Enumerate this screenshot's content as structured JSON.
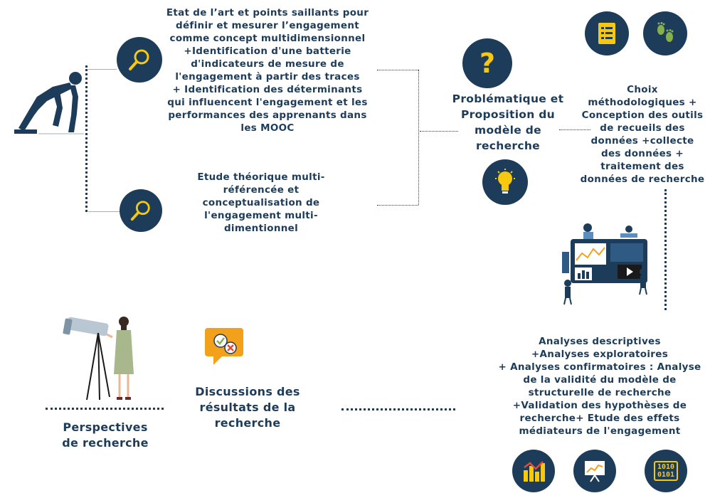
{
  "colors": {
    "navy": "#1d3c5a",
    "yellow": "#f6c90e",
    "orange": "#f3a11b",
    "green": "#86b049",
    "red": "#e24a3b"
  },
  "icons": {
    "top_magnifier": "magnifier-icon",
    "bottom_magnifier": "magnifier-icon",
    "question": "question-mark-icon",
    "bulb": "lightbulb-icon",
    "checklist": "checklist-icon",
    "footprints": "footprints-icon",
    "decision": "check-cross-chat-icon",
    "bar_chart": "bar-chart-icon",
    "presentation": "presentation-board-icon",
    "binary": "binary-code-icon",
    "question_glyph": "?",
    "binary_text": "1010\n0101"
  },
  "steps": {
    "state_of_art": "Etat de l’art et points saillants pour\ndéfinir et mesurer  l’engagement\ncomme concept multidimensionnel\n+Identification d'une batterie\nd'indicateurs de mesure de\nl'engagement à partir des traces\n+ Identification des déterminants\nqui influencent l'engagement et les\nperformances des apprenants dans\nles MOOC",
    "theoretical_study": "Etude théorique multi-\nréférencée et\nconceptualisation de\nl'engagement multi-\ndimentionnel",
    "problematic": "Problématique et\nProposition du\nmodèle de\nrecherche",
    "methodology": "Choix\nméthodologiques +\nConception des outils\nde recueils des\ndonnées +collecte\ndes données  +\ntraitement des\ndonnées de recherche",
    "analyses": "Analyses descriptives\n+Analyses exploratoires\n+ Analyses confirmatoires :  Analyse\nde la validité du modèle de\nstructurelle de recherche\n+Validation des hypothèses de\nrecherche+ Etude des effets\nmédiateurs de l'engagement",
    "discussion": "Discussions des\nrésultats de la\nrecherche",
    "perspectives": "Perspectives\nde recherche"
  }
}
